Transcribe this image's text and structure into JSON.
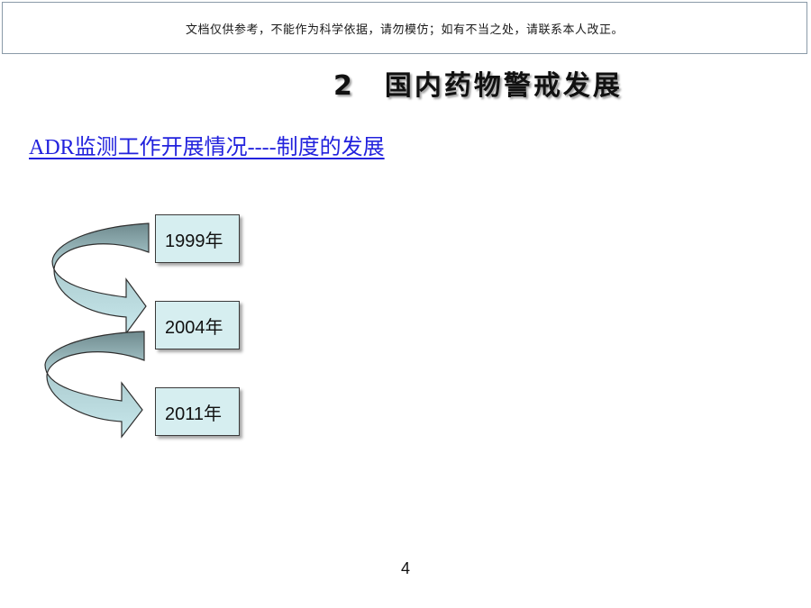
{
  "notice": "文档仅供参考，不能作为科学依据，请勿模仿；如有不当之处，请联系本人改正。",
  "title": "2　国内药物警戒发展",
  "subtitle": "ADR监测工作开展情况----制度的发展",
  "timeline": {
    "years": [
      "1999年",
      "2004年",
      "2011年"
    ],
    "arrow_fill": "#c4e6ea",
    "box_fill": "#d6eef0"
  },
  "page_number": "4",
  "colors": {
    "subtitle_link": "#2222dd",
    "border": "#8a9aa8"
  }
}
